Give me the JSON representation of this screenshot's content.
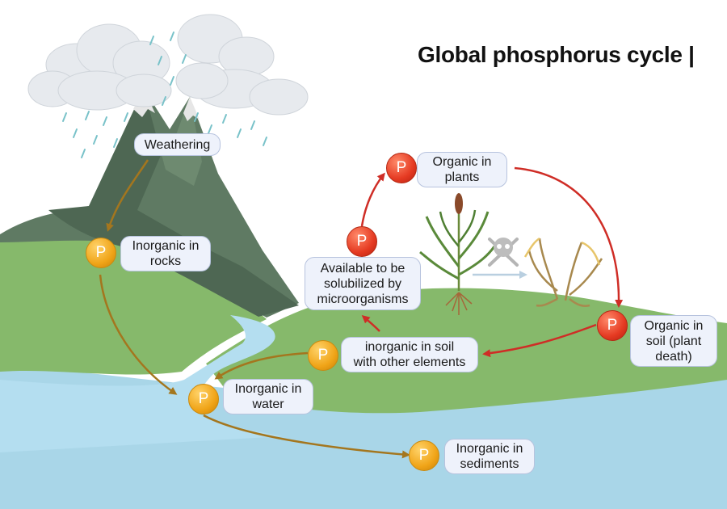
{
  "title": "Global phosphorus cycle |",
  "node_symbol": "P",
  "labels": {
    "weathering": "Weathering",
    "inorganic_rocks": "Inorganic in\nrocks",
    "inorganic_water": "Inorganic in\nwater",
    "inorganic_sediments": "Inorganic in\nsediments",
    "inorganic_soil": "inorganic  in soil\nwith other elements",
    "available": "Available to be\nsolubilized by\nmicroorganisms",
    "organic_plants": "Organic in\nplants",
    "organic_soil": "Organic in\nsoil (plant\ndeath)"
  },
  "colors": {
    "inorganic_arrow": "#a4761e",
    "organic_arrow": "#cf2d26",
    "land": "#86b96b",
    "water": "#a9d6e8",
    "mountain": "#55705a",
    "label_fill": "#eef2fb",
    "label_border": "#b7c3de"
  }
}
